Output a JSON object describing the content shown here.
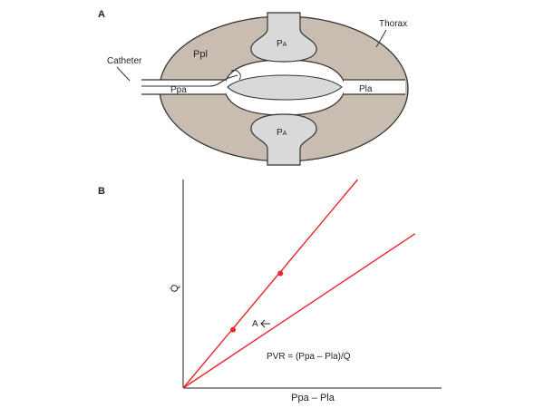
{
  "panel_a": {
    "letter": "A",
    "thorax_label": "Thorax",
    "pleural_label": "Ppl",
    "catheter_label": "Catheter",
    "pa_artery_label": "Ppa",
    "la_label": "Pla",
    "alveolar_top_main": "P",
    "alveolar_top_sub": "A",
    "alveolar_bottom_main": "P",
    "alveolar_bottom_sub": "A",
    "colors": {
      "thorax_fill": "#c8bdb0",
      "stroke": "#333333",
      "vessel_fill": "#d9d9d9",
      "white": "#ffffff"
    }
  },
  "panel_b": {
    "letter": "B",
    "y_axis_label": "Q̇",
    "x_axis_label": "Ppa – Pla",
    "annotation_label": "A",
    "formula": "PVR = (Ppa – Pla)/Q̇",
    "colors": {
      "line": "#e8262b",
      "axis": "#222222"
    }
  },
  "chart_data": {
    "type": "line",
    "xlabel": "Ppa – Pla",
    "ylabel": "Q̇",
    "xlim": [
      0,
      1
    ],
    "ylim": [
      0,
      1
    ],
    "grid": false,
    "series": [
      {
        "x": [
          0,
          0.7
        ],
        "y": [
          0,
          1.0
        ],
        "points": [
          {
            "x": 0.2,
            "y": 0.28
          },
          {
            "x": 0.39,
            "y": 0.55
          }
        ]
      },
      {
        "x": [
          0,
          0.93
        ],
        "y": [
          0,
          0.74
        ],
        "points": []
      }
    ]
  }
}
